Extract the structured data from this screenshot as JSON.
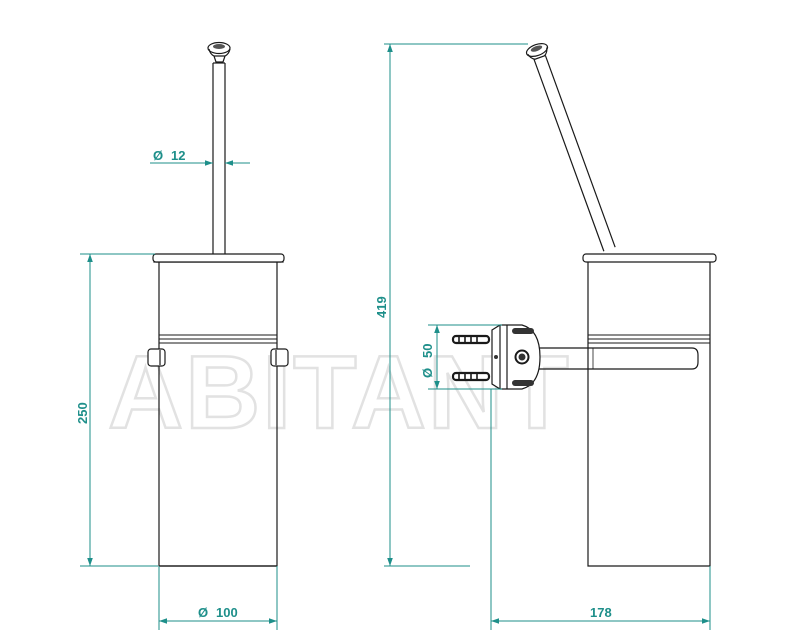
{
  "watermark": "ABITANT",
  "dimensions": {
    "handle_diameter": "12",
    "holder_diameter": "100",
    "holder_height": "250",
    "total_height": "419",
    "mount_diameter": "50",
    "projection": "178",
    "diameter_symbol": "Ø"
  },
  "colors": {
    "dimension_line": "#1e8f8a",
    "outline": "#1a1a1a",
    "watermark": "#e9e9e9",
    "background": "#ffffff"
  }
}
